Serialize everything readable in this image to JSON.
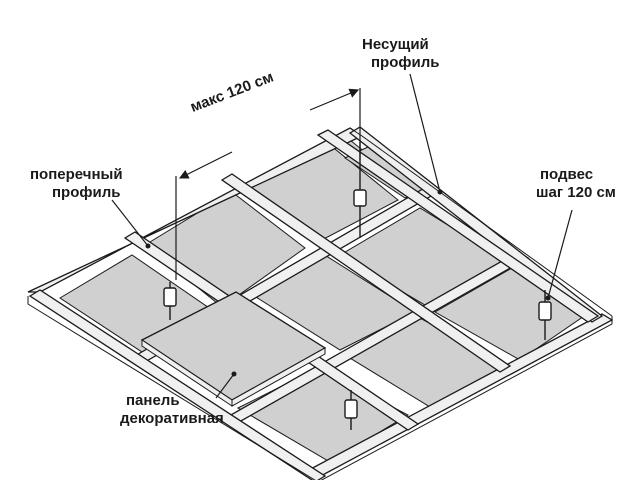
{
  "labels": {
    "main_profile": [
      "Несущий",
      "профиль"
    ],
    "max_span": "макс 120 см",
    "cross_profile": [
      "поперечный",
      "профиль"
    ],
    "hanger": [
      "подвес",
      "шаг 120 см"
    ],
    "panel": [
      "панель",
      "декоративная"
    ]
  },
  "colors": {
    "panel_fill": "#d0d0d0",
    "profile_fill": "#f0f0f0",
    "line": "#1a1a1a",
    "background": "#ffffff"
  }
}
